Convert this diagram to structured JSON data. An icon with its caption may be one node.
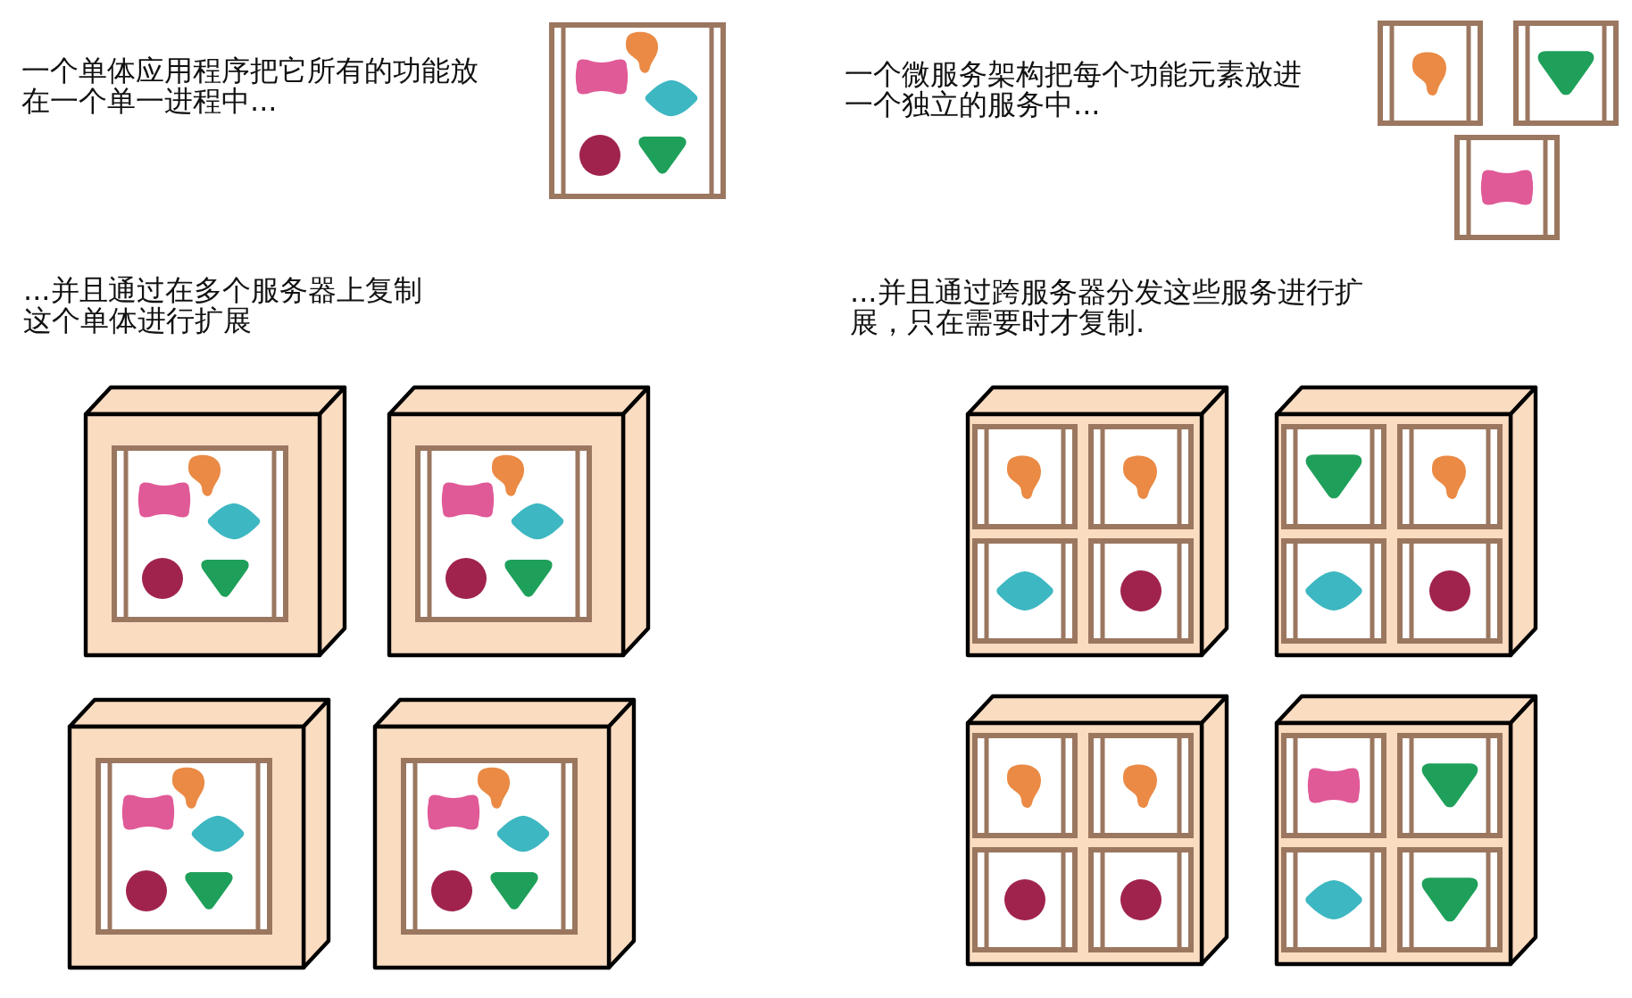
{
  "diagram": {
    "labels": [
      "一个单体应用程序把它所有的功能放在一个单一进程中...",
      "一个微服务架构把每个功能元素放进一个独立的服务中...",
      "...并且通过在多个服务器上复制这个单体进行扩展",
      "...并且通过跨服务器分发这些服务进行扩展，只在需要时才复制."
    ]
  }
}
